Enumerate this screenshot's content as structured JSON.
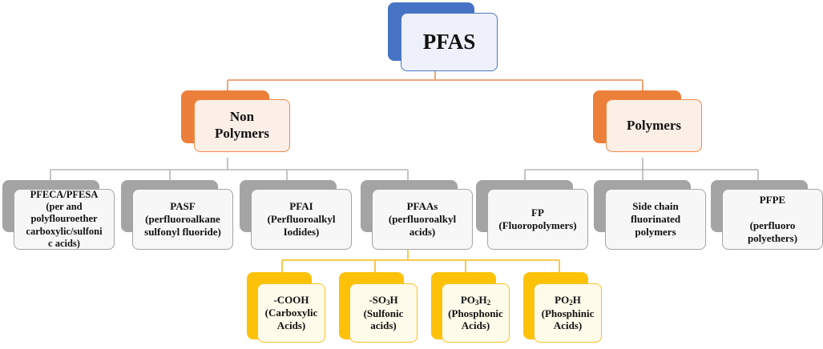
{
  "root": {
    "label": "PFAS"
  },
  "categories": {
    "non_polymers": {
      "label": "Non\nPolymers"
    },
    "polymers": {
      "label": "Polymers"
    }
  },
  "non_polymer_items": [
    {
      "label": "PFECA/PFESA\n(per and\npolyflouroether\ncarboxylic/sulfoni\nc acids)"
    },
    {
      "label": "PASF\n(perfluoroalkane\nsulfonyl fluoride)"
    },
    {
      "label": "PFAI\n(Perfluoroalkyl\nIodides)"
    },
    {
      "label": "PFAAs\n(perfluoroalkyl\nacids)"
    }
  ],
  "polymer_items": [
    {
      "label": "FP\n(Fluoropolymers)"
    },
    {
      "label": "Side chain\nfluorinated\npolymers"
    },
    {
      "label": "PFPE\n\n(perfluoro\npolyethers)"
    }
  ],
  "pfaa_subtypes": [
    {
      "formula": "-COOH",
      "name": "(Carboxylic\nAcids)"
    },
    {
      "formula_main": "-SO",
      "formula_sub": "3",
      "formula_end": "H",
      "name": "(Sulfonic\nacids)"
    },
    {
      "formula_main": "PO",
      "formula_sub": "3",
      "formula_mid": "H",
      "formula_sub2": "2",
      "name": "(Phosphonic\nAcids)"
    },
    {
      "formula_main": "PO",
      "formula_sub": "2",
      "formula_end": "H",
      "name": "(Phosphinic\nAcids)"
    }
  ],
  "colors": {
    "blue": "#4673c4",
    "orange": "#ec7f3a",
    "gray": "#a4a4a4",
    "yellow": "#fcc20a"
  }
}
